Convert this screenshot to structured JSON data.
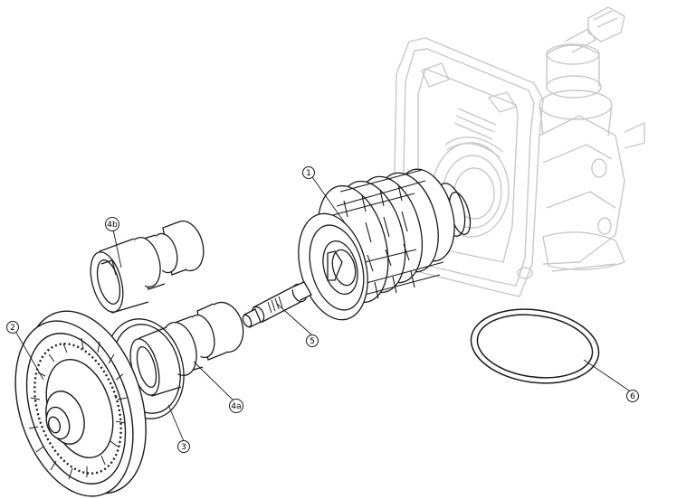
{
  "callouts": [
    {
      "id": "1",
      "label": "1"
    },
    {
      "id": "2",
      "label": "2"
    },
    {
      "id": "3",
      "label": "3"
    },
    {
      "id": "4a",
      "label": "4a"
    },
    {
      "id": "4b",
      "label": "4b"
    },
    {
      "id": "5",
      "label": "5"
    },
    {
      "id": "6",
      "label": "6"
    }
  ],
  "colors": {
    "line": "#1a1a1a",
    "ghost": "#c8c8c8"
  }
}
